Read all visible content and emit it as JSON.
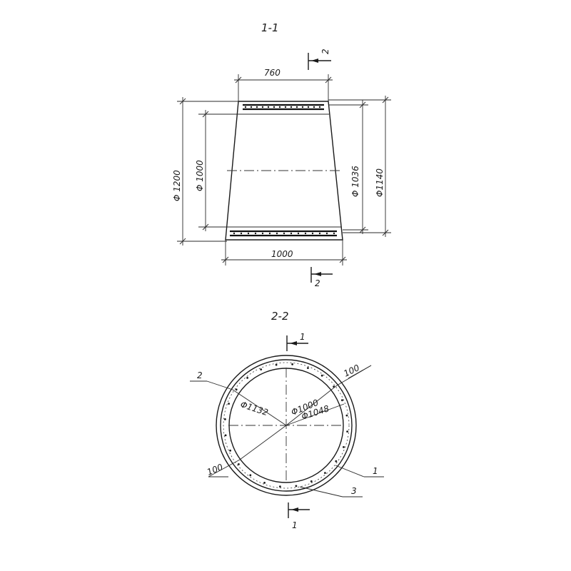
{
  "section_1": {
    "title": "1-1",
    "cut_mark": "2",
    "cut_mark_bottom": "2",
    "top_width": "760",
    "bottom_width": "1000",
    "dia_outer_left": "Φ 1200",
    "dia_inner_left": "Φ 1000",
    "dia_inner_right": "Φ 1036",
    "dia_outer_right": "Φ1140"
  },
  "section_2": {
    "title": "2-2",
    "cut_mark_top": "1",
    "cut_mark_bottom": "1",
    "dim_d1132": "Φ1132",
    "dim_d1000": "Φ1000",
    "dim_d1048": "Φ1048",
    "dim_100_top": "100",
    "dim_100_bottom": "100",
    "callout_1": "1",
    "callout_2": "2",
    "callout_3": "3"
  }
}
